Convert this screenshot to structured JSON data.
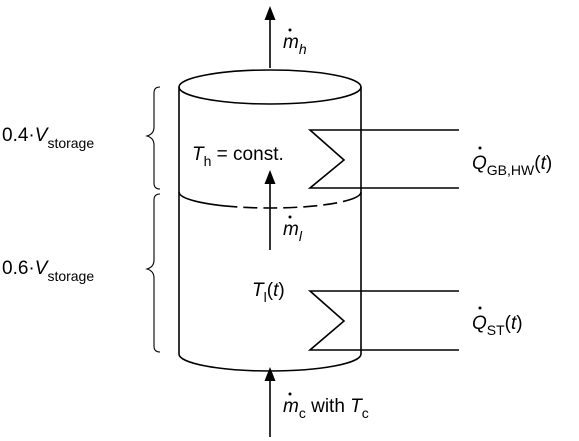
{
  "labels": {
    "mdot_h": {
      "sym": "m",
      "sub": "h"
    },
    "mdot_l": {
      "sym": "m",
      "sub": "l"
    },
    "mdot_c": {
      "sym": "m",
      "sub": "c",
      "mid": " with ",
      "sym2": "T",
      "sub2": "c"
    },
    "upper_fraction": {
      "coef": "0.4·",
      "sym": "V",
      "sub": "storage"
    },
    "lower_fraction": {
      "coef": "0.6·",
      "sym": "V",
      "sub": "storage"
    },
    "T_h": {
      "sym": "T",
      "sub": "h",
      "rest": " = const."
    },
    "T_l": {
      "sym": "T",
      "sub": "l",
      "open": "(",
      "arg": "t",
      "close": ")"
    },
    "Q_gb": {
      "sym": "Q",
      "sub": "GB,HW",
      "open": "(",
      "arg": "t",
      "close": ")"
    },
    "Q_st": {
      "sym": "Q",
      "sub": "ST",
      "open": "(",
      "arg": "t",
      "close": ")"
    },
    "dot": "·"
  }
}
